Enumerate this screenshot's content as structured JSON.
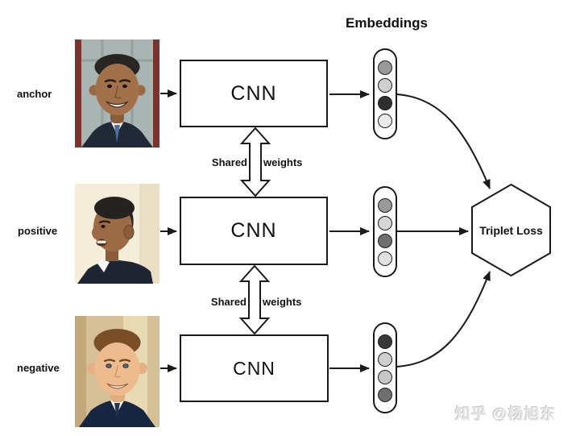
{
  "title": "Embeddings",
  "rows": [
    {
      "label": "anchor",
      "cnn": "CNN",
      "photo": "obama-front-portrait"
    },
    {
      "label": "positive",
      "cnn": "CNN",
      "photo": "obama-profile-portrait"
    },
    {
      "label": "negative",
      "cnn": "CNN",
      "photo": "macron-portrait"
    }
  ],
  "shared_weights": [
    {
      "left": "Shared",
      "right": "weights"
    },
    {
      "left": "Shared",
      "right": "weights"
    }
  ],
  "loss_label": "Triplet Loss",
  "watermark": "知乎 @杨旭东",
  "embeddings": [
    {
      "dots": [
        "#9a9a9a",
        "#cfcfcf",
        "#2f2f2f",
        "#e9e9e9"
      ]
    },
    {
      "dots": [
        "#9a9a9a",
        "#d6d6d6",
        "#6f6f6f",
        "#e0e0e0"
      ]
    },
    {
      "dots": [
        "#383838",
        "#cfcfcf",
        "#c7c7c7",
        "#6f6f6f"
      ]
    }
  ],
  "colors": {
    "line": "#1a1a1a",
    "shape_fill": "#ffffff"
  }
}
